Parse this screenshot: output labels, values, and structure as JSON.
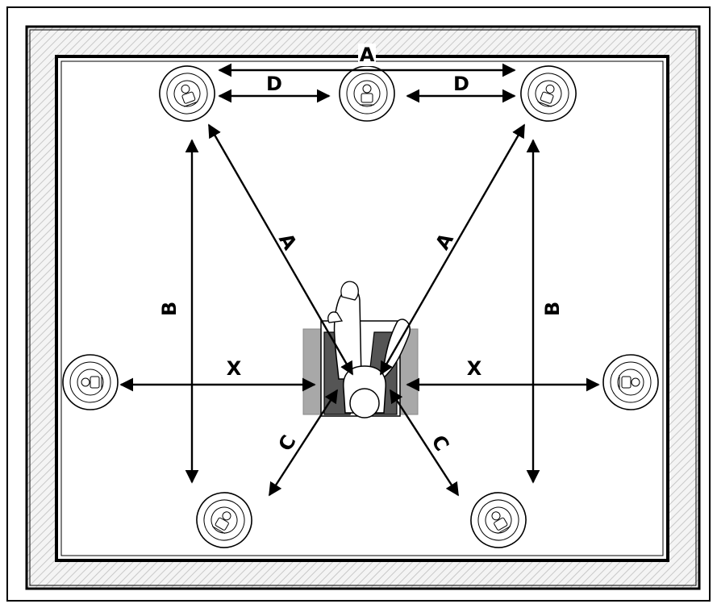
{
  "labels": {
    "top_A": "A",
    "top_D_left": "D",
    "top_D_right": "D",
    "diag_A_left": "A",
    "diag_A_right": "A",
    "side_B_left": "B",
    "side_B_right": "B",
    "side_X_left": "X",
    "side_X_right": "X",
    "diag_C_left": "C",
    "diag_C_right": "C"
  },
  "colors": {
    "line": "#000000",
    "wall_fill": "#f4f4f4",
    "hatch": "#c8c8c8",
    "chair_dark": "#555555",
    "chair_side": "#a8a8a8"
  }
}
